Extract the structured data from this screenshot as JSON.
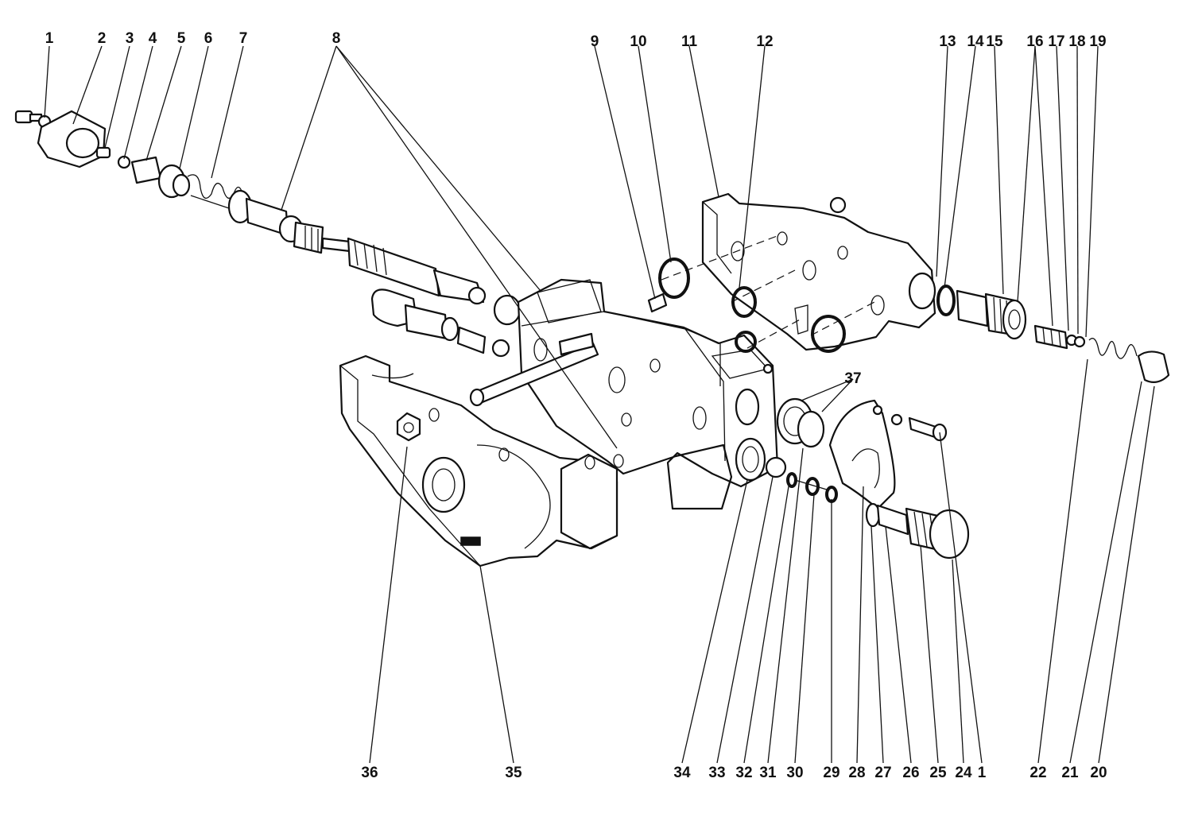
{
  "diagram": {
    "callouts": [
      {
        "id": "top-1",
        "text": "1"
      },
      {
        "id": "top-2",
        "text": "2"
      },
      {
        "id": "top-3",
        "text": "3"
      },
      {
        "id": "top-4",
        "text": "4"
      },
      {
        "id": "top-5",
        "text": "5"
      },
      {
        "id": "top-6",
        "text": "6"
      },
      {
        "id": "top-7",
        "text": "7"
      },
      {
        "id": "top-8",
        "text": "8"
      },
      {
        "id": "top-9",
        "text": "9"
      },
      {
        "id": "top-10",
        "text": "10"
      },
      {
        "id": "top-11",
        "text": "11"
      },
      {
        "id": "top-12",
        "text": "12"
      },
      {
        "id": "top-13",
        "text": "13"
      },
      {
        "id": "top-14",
        "text": "14"
      },
      {
        "id": "top-15",
        "text": "15"
      },
      {
        "id": "top-16",
        "text": "16"
      },
      {
        "id": "top-17",
        "text": "17"
      },
      {
        "id": "top-18",
        "text": "18"
      },
      {
        "id": "top-19",
        "text": "19"
      },
      {
        "id": "mid-37",
        "text": "37"
      },
      {
        "id": "bot-36",
        "text": "36"
      },
      {
        "id": "bot-35",
        "text": "35"
      },
      {
        "id": "bot-34",
        "text": "34"
      },
      {
        "id": "bot-33",
        "text": "33"
      },
      {
        "id": "bot-32",
        "text": "32"
      },
      {
        "id": "bot-31",
        "text": "31"
      },
      {
        "id": "bot-30",
        "text": "30"
      },
      {
        "id": "bot-29",
        "text": "29"
      },
      {
        "id": "bot-28",
        "text": "28"
      },
      {
        "id": "bot-27",
        "text": "27"
      },
      {
        "id": "bot-26",
        "text": "26"
      },
      {
        "id": "bot-25",
        "text": "25"
      },
      {
        "id": "bot-24",
        "text": "24"
      },
      {
        "id": "bot-1",
        "text": "1"
      },
      {
        "id": "bot-22",
        "text": "22"
      },
      {
        "id": "bot-21",
        "text": "21"
      },
      {
        "id": "bot-20",
        "text": "20"
      }
    ]
  }
}
